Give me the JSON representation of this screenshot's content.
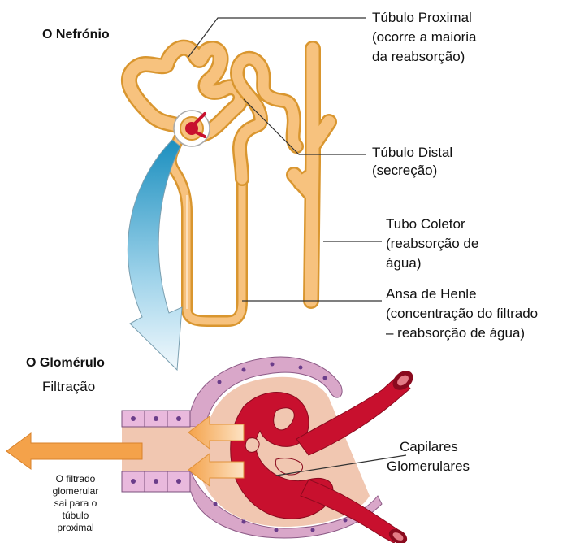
{
  "nephron": {
    "title": "O Nefrónio",
    "labels": {
      "proximal": [
        "Túbulo Proximal",
        "(ocorre a maioria",
        "da reabsorção)"
      ],
      "distal": [
        "Túbulo Distal",
        "(secreção)"
      ],
      "collecting": [
        "Tubo Coletor",
        "(reabsorção de",
        "água)"
      ],
      "henle": [
        "Ansa de Henle",
        "(concentração do filtrado",
        "– reabsorção de água)"
      ]
    }
  },
  "glomerulus": {
    "title": "O Glomérulo",
    "subtitle": "Filtração",
    "capillaries": [
      "Capilares",
      "Glomerulares"
    ],
    "filtrate": [
      "O filtrado",
      "glomerular",
      "sai para o",
      "túbulo",
      "proximal"
    ]
  },
  "colors": {
    "tubule": "#f7c27e",
    "tubule_outline": "#d9962f",
    "capillary": "#c8102e",
    "capsule": "#d9a7c9",
    "arrow_orange": "#f4a24a",
    "arrow_blue": "#2aa4d0"
  }
}
